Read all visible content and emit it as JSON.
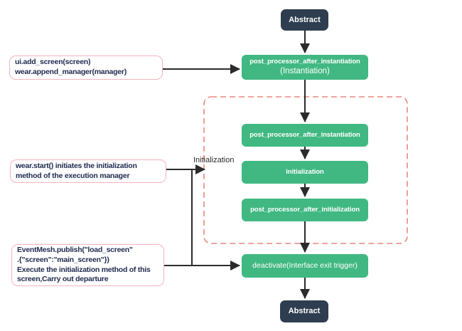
{
  "colors": {
    "node_green": "#41b882",
    "node_dark": "#2e3e50",
    "dashed_group_border": "#e8897e",
    "annotation_border": "#f3b4bd",
    "annotation_text": "#1f2a4e",
    "arrow": "#2b2b2b"
  },
  "flow": {
    "abstract_top": "Abstract",
    "instantiation_title": "post_processor_after_instantiation",
    "instantiation_subtitle": "(Instantiation)",
    "post_instantiation": "post_processor_after_instantiation",
    "initialization": "initialization",
    "post_initialization": "post_processor_after_initialization",
    "deactivate": "deactivate(Interface exit trigger)",
    "abstract_bottom": "Abstract"
  },
  "annotations": [
    {
      "text": "ui.add_screen(screen)\nwear.append_manager(manager)"
    },
    {
      "text": "wear.start() initiates the initialization\nmethod of the execution manager"
    },
    {
      "text": "EventMesh.publish(\"load_screen\"\n.{\"screen\":\"main_screen\"})\nExecute the initialization method of this\nscreen,Carry out departure"
    }
  ],
  "labels": {
    "phase": "Initialization"
  }
}
